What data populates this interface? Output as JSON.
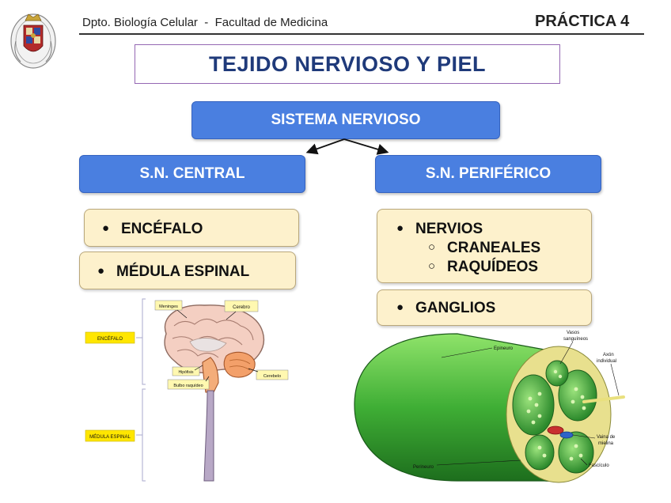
{
  "header": {
    "department": "Dpto. Biología Celular  -  Facultad de Medicina",
    "practice": "PRÁCTICA 4"
  },
  "title": "TEJIDO NERVIOSO Y PIEL",
  "diagram": {
    "root": "SISTEMA NERVIOSO",
    "central": {
      "label": "S.N. CENTRAL",
      "items": [
        "ENCÉFALO",
        "MÉDULA ESPINAL"
      ]
    },
    "peripheral": {
      "label": "S.N. PERIFÉRICO",
      "nervios": "NERVIOS",
      "nervios_sub": [
        "CRANEALES",
        "RAQUÍDEOS"
      ],
      "ganglios": "GANGLIOS"
    }
  },
  "brain_figure": {
    "encefalo_tag": "ENCÉFALO",
    "medula_tag": "MÉDULA ESPINAL",
    "meninges": "Meninges",
    "cerebro": "Cerebro",
    "hipotalamo": "Hipófisis",
    "bulbo": "Bulbo raquídeo",
    "cerebelo": "Cerebelo"
  },
  "nerve_figure": {
    "epineuro": "Epineuro",
    "vasos_1": "Vasos",
    "vasos_2": "sanguíneos",
    "axon_1": "Axón",
    "axon_2": "individual",
    "vaina_1": "Vaina de",
    "vaina_2": "mielina",
    "perineuro": "Perineuro",
    "fasciculo": "Fascículo"
  },
  "colors": {
    "blue_box": "#4a7fe0",
    "cream_box": "#fdf1cc",
    "title_text": "#1f3a7a",
    "title_border": "#9467b3"
  }
}
